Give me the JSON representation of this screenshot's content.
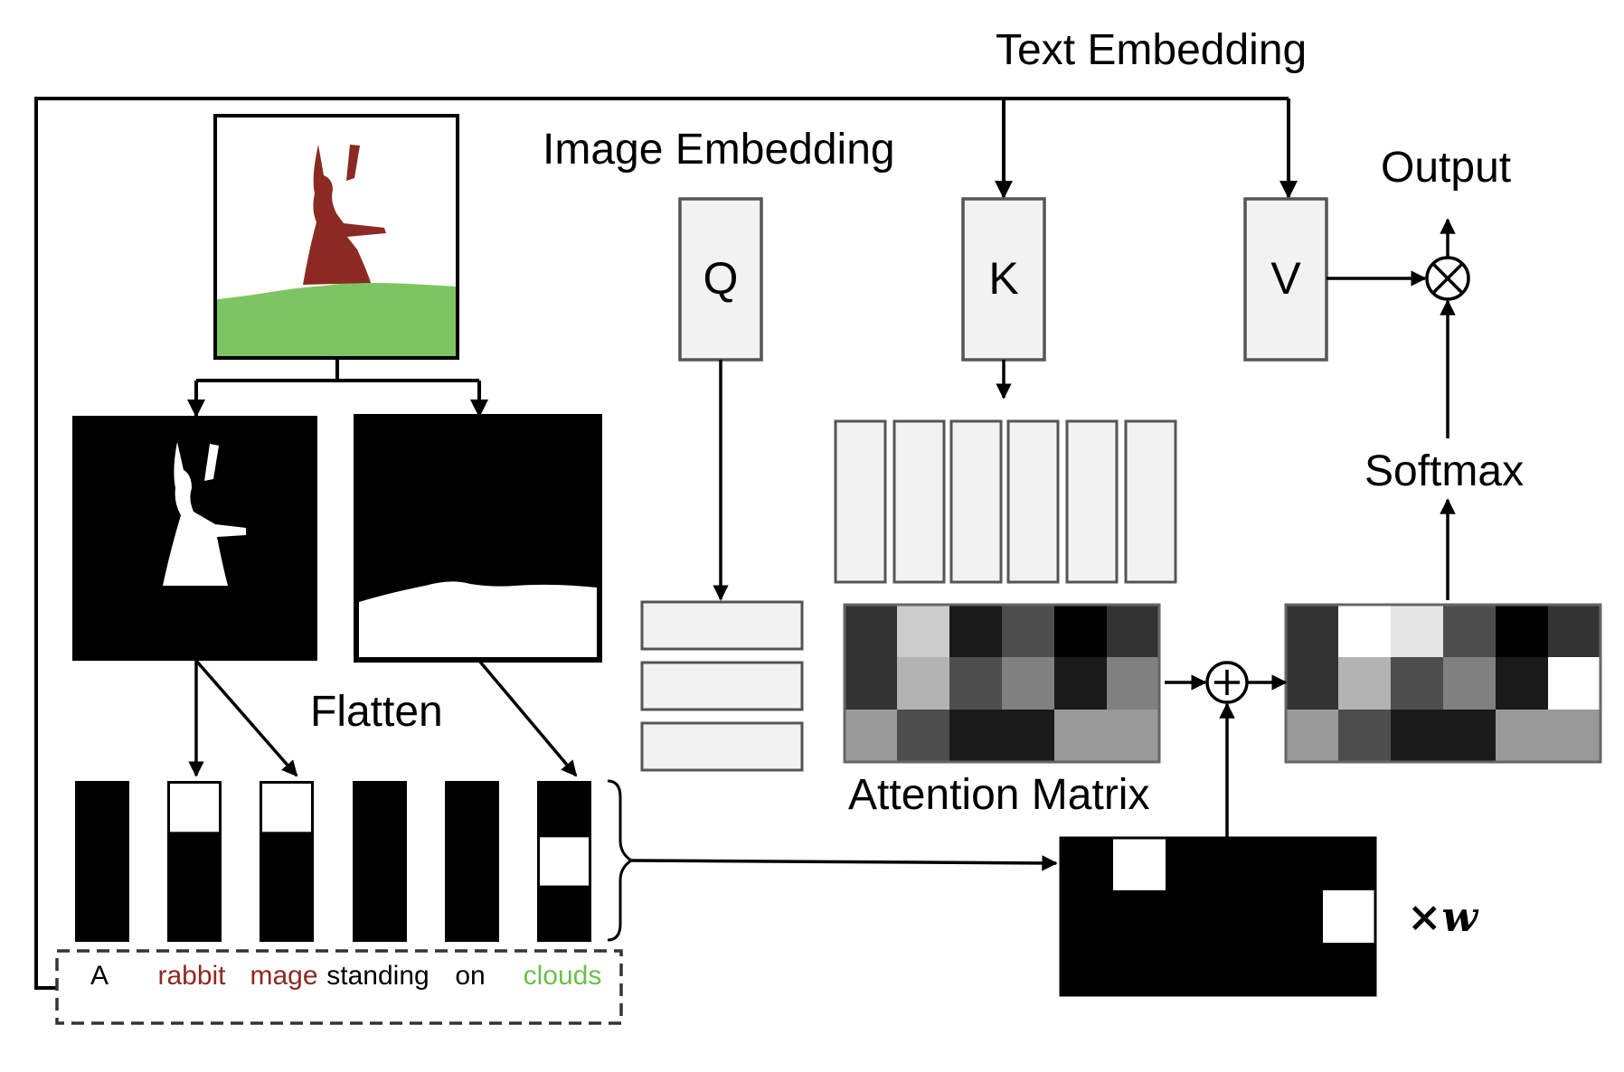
{
  "labels": {
    "text_embedding": "Text Embedding",
    "image_embedding": "Image Embedding",
    "output": "Output",
    "softmax": "Softmax",
    "flatten": "Flatten",
    "attention_matrix": "Attention Matrix",
    "weight": "×w"
  },
  "boxes": {
    "q": "Q",
    "k": "K",
    "v": "V"
  },
  "operators": {
    "plus": "+",
    "multiply": "⊗"
  },
  "tokens": [
    {
      "text": "A",
      "color": "#000000"
    },
    {
      "text": "rabbit",
      "color": "#8b2a22"
    },
    {
      "text": "mage",
      "color": "#8b2a22"
    },
    {
      "text": "standing",
      "color": "#000000"
    },
    {
      "text": "on",
      "color": "#000000"
    },
    {
      "text": "clouds",
      "color": "#6cc04a"
    }
  ],
  "colors": {
    "rabbit": "#8b2a22",
    "grass": "#7dc562",
    "box_fill": "#f2f2f2",
    "box_stroke": "#555555",
    "cell_stroke": "#666666"
  },
  "attention_matrix": [
    [
      0.2,
      0.8,
      0.1,
      0.3,
      0.0,
      0.2
    ],
    [
      0.2,
      0.7,
      0.3,
      0.5,
      0.1,
      0.5
    ],
    [
      0.6,
      0.3,
      0.1,
      0.1,
      0.6,
      0.6
    ]
  ],
  "softmax_matrix": [
    [
      0.2,
      1.0,
      0.9,
      0.3,
      0.0,
      0.2
    ],
    [
      0.2,
      0.7,
      0.3,
      0.5,
      0.1,
      1.0
    ],
    [
      0.6,
      0.3,
      0.1,
      0.1,
      0.6,
      0.6
    ]
  ],
  "mask_matrix": [
    [
      0,
      1,
      0,
      0,
      0,
      0
    ],
    [
      0,
      0,
      0,
      0,
      0,
      1
    ],
    [
      0,
      0,
      0,
      0,
      0,
      0
    ]
  ]
}
